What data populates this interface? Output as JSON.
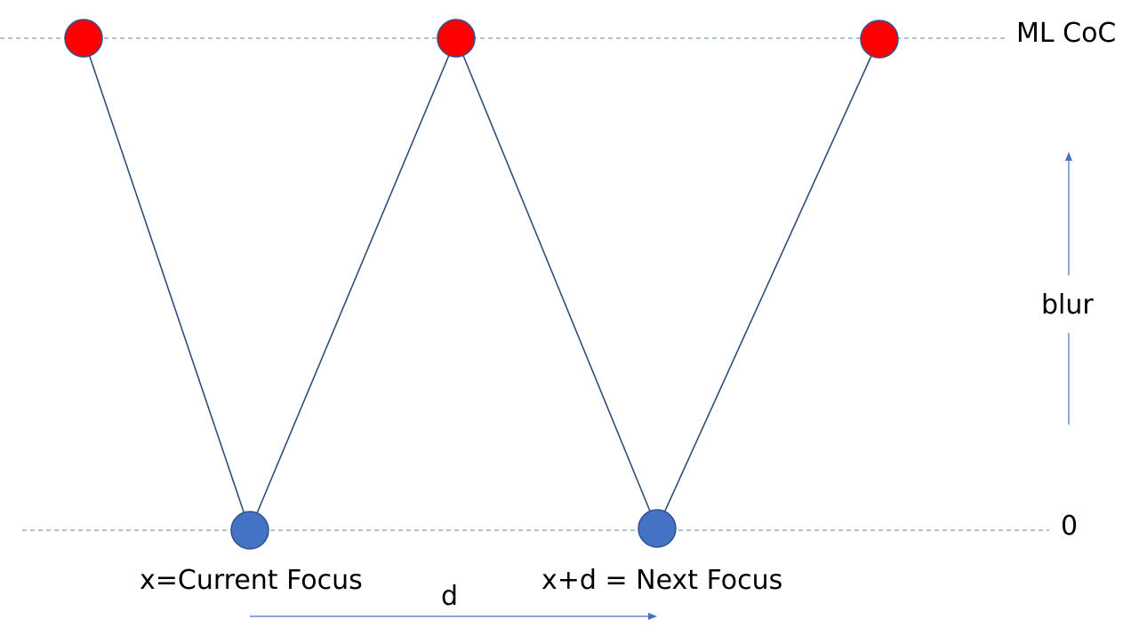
{
  "labels": {
    "ml_coc": "ML CoC",
    "zero": "0",
    "blur": "blur",
    "d": "d",
    "current_focus": "x=Current Focus",
    "next_focus": "x+d = Next Focus"
  },
  "colors": {
    "line": "#2f4f7a",
    "dashed_line": "#5b7fa8",
    "arrow": "#4472c4",
    "red_point_fill": "#ff0000",
    "blue_point_fill": "#4472c4",
    "point_stroke": "#2f528f"
  },
  "points": {
    "top_count": 3,
    "bottom_count": 2
  }
}
